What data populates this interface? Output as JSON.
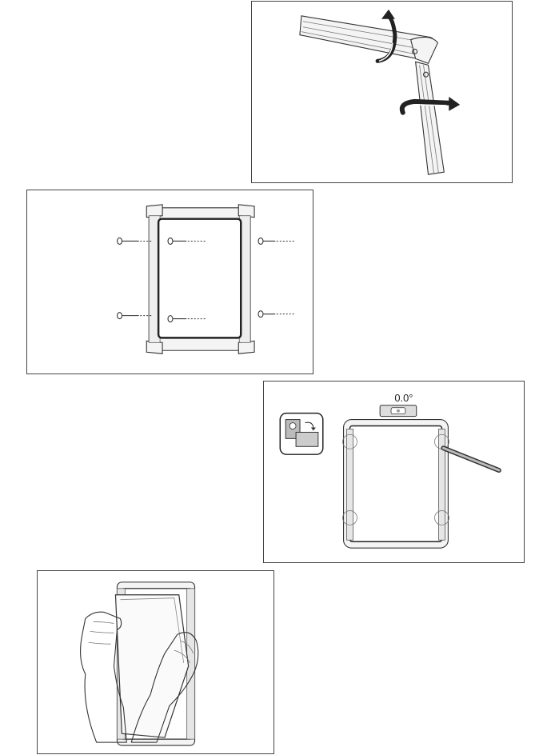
{
  "panels": [
    {
      "id": "step-open-profile",
      "arrows": [
        "rotate-arrow-up",
        "rotate-arrow-right"
      ]
    },
    {
      "id": "step-screw-mount",
      "screws": 6
    },
    {
      "id": "step-level-align",
      "level_readout": "0.0°",
      "icon": "portrait-landscape-rotate-icon"
    },
    {
      "id": "step-insert-poster"
    }
  ]
}
